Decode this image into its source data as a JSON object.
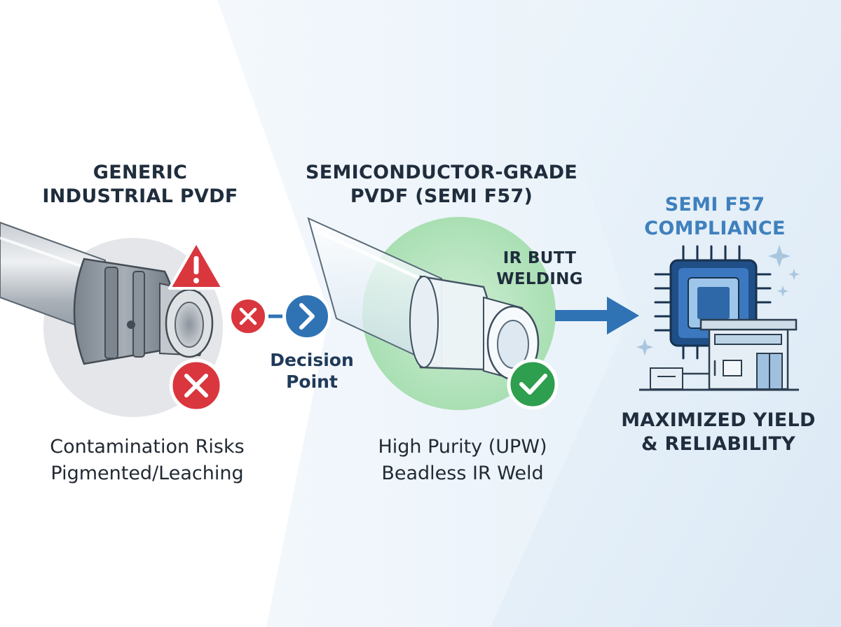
{
  "panels": {
    "generic": {
      "title_lines": [
        "GENERIC",
        "INDUSTRIAL PVDF"
      ],
      "caption_lines": [
        "Contamination Risks",
        "Pigmented/Leaching"
      ]
    },
    "semiconductor": {
      "title_lines": [
        "SEMICONDUCTOR-GRADE",
        "PVDF (SEMI F57)"
      ],
      "caption_lines": [
        "High Purity (UPW)",
        "Beadless IR Weld"
      ],
      "process_lines": [
        "IR BUTT",
        "WELDING"
      ]
    },
    "compliance": {
      "title_lines": [
        "SEMI F57",
        "COMPLIANCE"
      ],
      "caption_lines": [
        "MAXIMIZED YIELD",
        "& RELIABILITY"
      ]
    }
  },
  "decision": {
    "label_lines": [
      "Decision",
      "Point"
    ]
  },
  "icons": {
    "warning": "warning-triangle-icon",
    "reject": "x-circle-icon",
    "next": "chevron-right-icon",
    "approve": "check-circle-icon",
    "chip": "microchip-icon",
    "facility": "fab-building-icon",
    "sparkle": "sparkle-icon"
  },
  "colors": {
    "danger": "#d9363e",
    "success": "#2e9e4f",
    "accent_blue": "#3f80bd",
    "dark_text": "#1f2d3d",
    "pipe_gray": "#9aa3ad",
    "halo_green": "#bfe6c6",
    "halo_gray": "#e3e5e8"
  }
}
